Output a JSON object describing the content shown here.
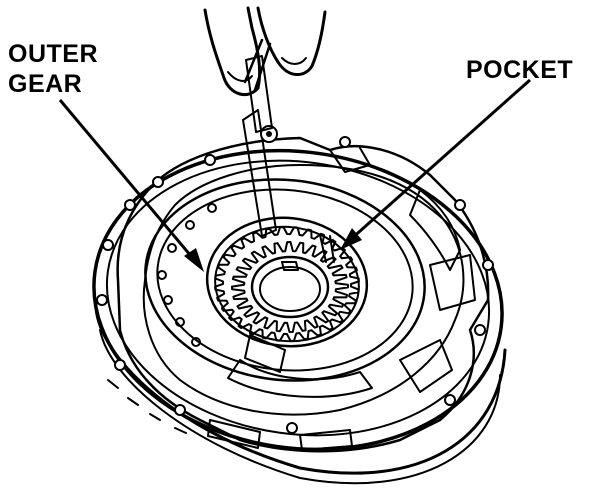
{
  "labels": {
    "outer_gear_line1": "OUTER",
    "outer_gear_line2": "GEAR",
    "pocket": "POCKET"
  }
}
